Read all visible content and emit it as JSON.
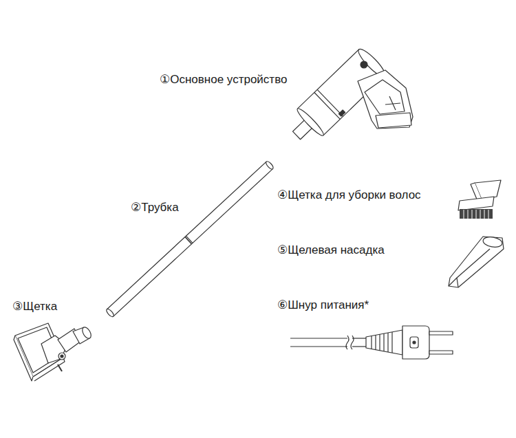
{
  "diagram": {
    "labels": [
      "①Основное устройство",
      "②Трубка",
      "③Щетка",
      "④Щетка для уборки волос",
      "⑤Щелевая насадка",
      "⑥Шнур питания*"
    ]
  }
}
